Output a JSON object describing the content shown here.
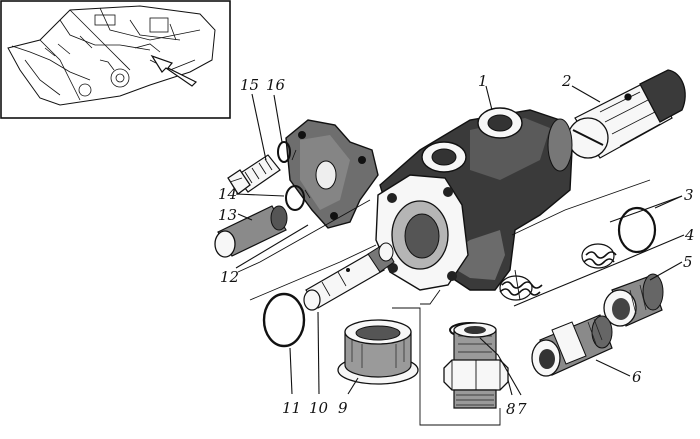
{
  "part_labels": {
    "p1": "1",
    "p2": "2",
    "p3": "3",
    "p4": "4",
    "p5": "5",
    "p6": "6",
    "p7": "7",
    "p8": "8",
    "p9": "9",
    "p10": "10",
    "p11": "11",
    "p12": "12",
    "p13": "13",
    "p14": "14",
    "p15": "15",
    "p16": "16"
  },
  "colors": {
    "ink": "#111111",
    "background": "#ffffff"
  }
}
